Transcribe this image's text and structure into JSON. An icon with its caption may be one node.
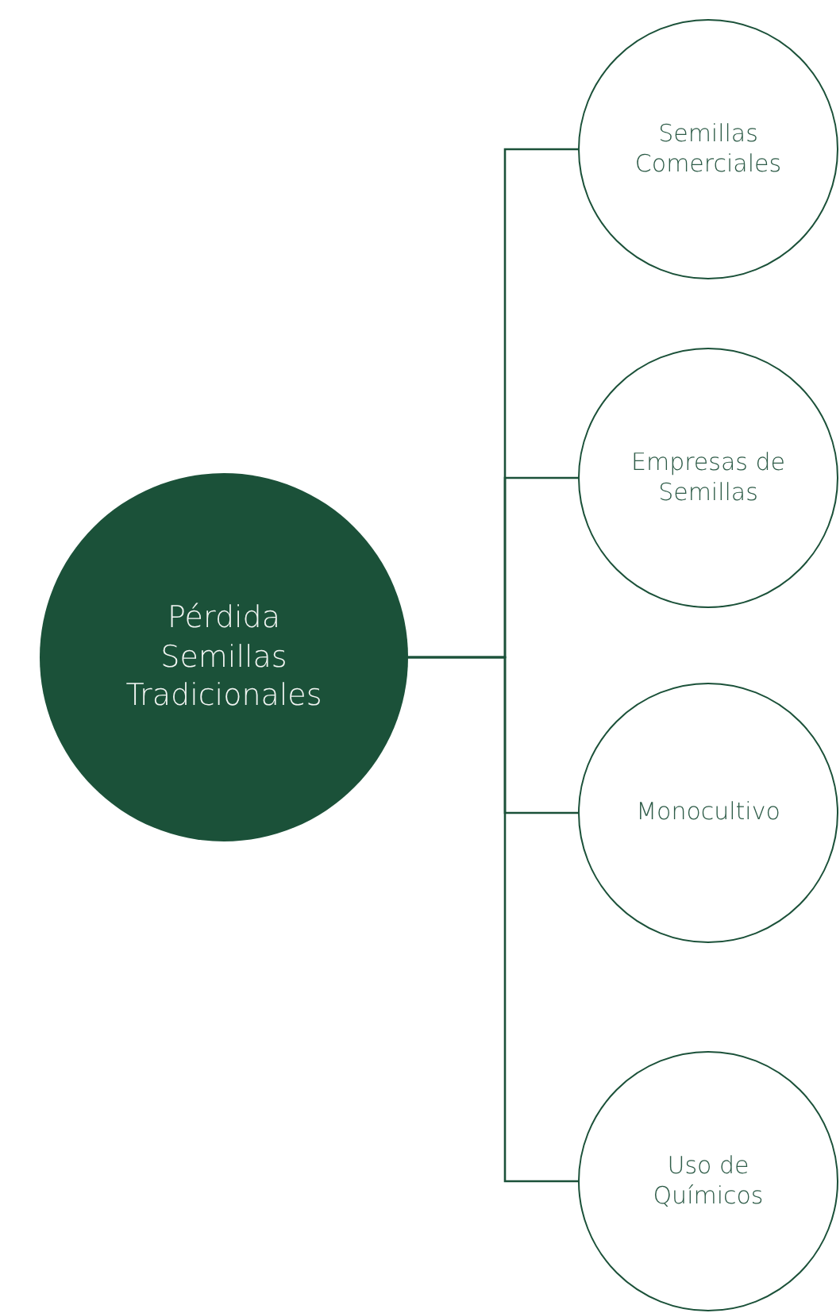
{
  "diagram": {
    "nodes": [
      {
        "text": [
          "Pérdida Semillas Tradicionales"
        ]
      },
      {
        "text": [
          "Semillas Comerciales"
        ]
      },
      {
        "text": [
          "Empresas de Semillas"
        ]
      },
      {
        "text": [
          "Monocultivo"
        ]
      },
      {
        "text": [
          "Uso de Químicos"
        ]
      }
    ],
    "edges": [
      {
        "from": 0,
        "to": 1,
        "arrow": "none"
      },
      {
        "from": 0,
        "to": 2,
        "arrow": "none"
      },
      {
        "from": 0,
        "to": 3,
        "arrow": "none"
      },
      {
        "from": 0,
        "to": 4,
        "arrow": "none"
      }
    ]
  }
}
